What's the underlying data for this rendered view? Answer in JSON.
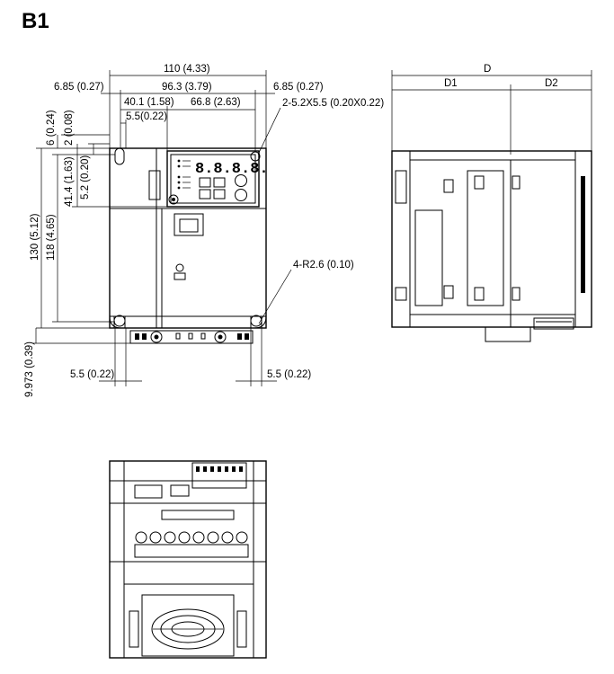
{
  "title": "B1",
  "front_view": {
    "width_total": "110 (4.33)",
    "width_inner": "96.3 (3.79)",
    "left_margin": "6.85 (0.27)",
    "right_margin": "6.85 (0.27)",
    "offset_left": "40.1 (1.58)",
    "offset_right": "66.8 (2.63)",
    "slot_width": "5.5(0.22)",
    "slot_spec": "2-5.2X5.5 (0.20X0.22)",
    "height_total": "130 (5.12)",
    "height_inner": "118 (4.65)",
    "top_gap": "6 (0.24)",
    "top_small": "2 (0.08)",
    "panel_height": "41.4 (1.63)",
    "panel_offset": "5.2 (0.20)",
    "corner_radius": "4-R2.6 (0.10)",
    "bottom_gap": "9.973 (0.39)",
    "bottom_left": "5.5 (0.22)",
    "bottom_right": "5.5 (0.22)",
    "display_digits": "8.8.8.8."
  },
  "side_view": {
    "depth_total": "D",
    "depth_front": "D1",
    "depth_rear": "D2"
  }
}
